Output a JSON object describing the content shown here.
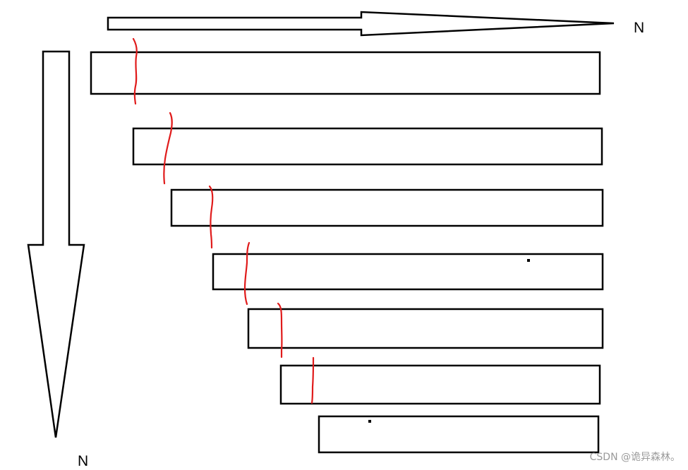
{
  "labels": {
    "horizontal_arrow": "N",
    "vertical_arrow": "N"
  },
  "watermark": "CSDN @诡异森林。",
  "colors": {
    "stroke": "#000000",
    "marker": "#e01b1b",
    "watermark": "#9a9a9a",
    "background": "#ffffff"
  },
  "bars": {
    "count": 7
  }
}
